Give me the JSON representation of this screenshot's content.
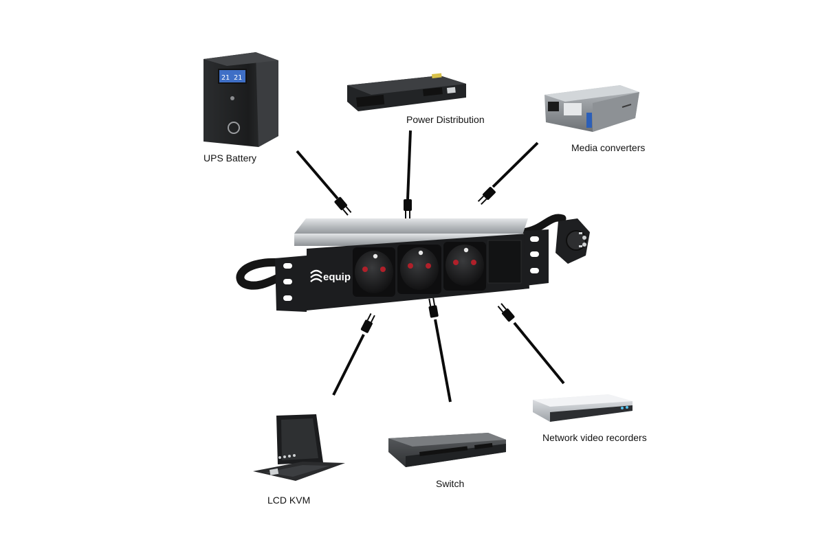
{
  "diagram": {
    "hub": {
      "brand": "equip",
      "socket_count": 3
    },
    "devices": [
      {
        "id": "ups",
        "label": "UPS Battery",
        "icon": "ups-battery-icon"
      },
      {
        "id": "pdu",
        "label": "Power Distribution",
        "icon": "power-distribution-icon"
      },
      {
        "id": "media",
        "label": "Media converters",
        "icon": "media-converter-icon"
      },
      {
        "id": "kvm",
        "label": "LCD KVM",
        "icon": "lcd-kvm-icon"
      },
      {
        "id": "switch",
        "label": "Switch",
        "icon": "network-switch-icon"
      },
      {
        "id": "nvr",
        "label": "Network video recorders",
        "icon": "nvr-icon"
      }
    ],
    "colors": {
      "cable": "#0b0b0b",
      "device_dark": "#222426",
      "chassis": "#1c1d1f",
      "rail": "#b8bcc0"
    }
  }
}
